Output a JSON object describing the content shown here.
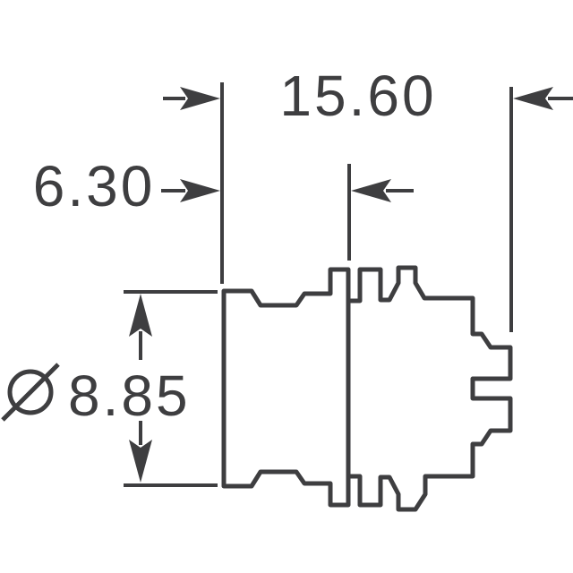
{
  "drawing": {
    "background": "#ffffff",
    "colors": {
      "line": "#3e3e40"
    },
    "dims": {
      "total_length": {
        "value": "15.60"
      },
      "bezel_depth": {
        "value": "6.30"
      },
      "bezel_diameter": {
        "value": "8.85",
        "symbol": "Ø"
      }
    }
  }
}
